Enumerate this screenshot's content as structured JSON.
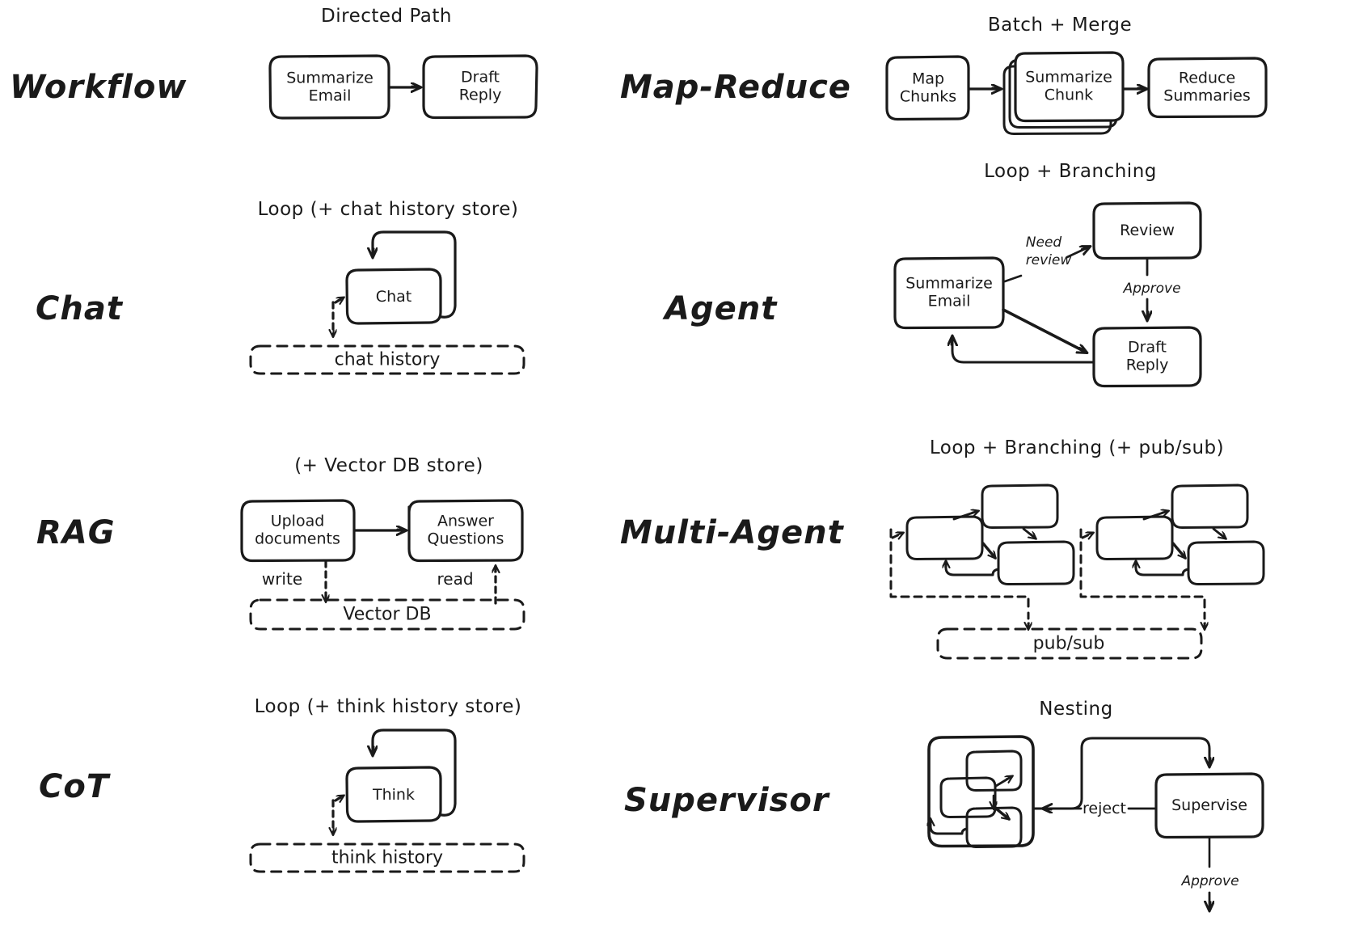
{
  "figure": {
    "title": "Agent architecture patterns comparison chart",
    "background": "#ffffff",
    "stroke": "#1a1a1a"
  },
  "rows": [
    {
      "label": "Workflow",
      "caption": "Directed Path",
      "nodes": [
        "Summarize\nEmail",
        "Draft\nReply"
      ],
      "edge_labels": [],
      "store": null
    },
    {
      "label": "Chat",
      "caption": "Loop (+ chat history store)",
      "nodes": [
        "Chat"
      ],
      "edge_labels": [],
      "store": "chat history"
    },
    {
      "label": "RAG",
      "caption": "(+ Vector DB store)",
      "nodes": [
        "Upload\ndocuments",
        "Answer\nQuestions"
      ],
      "edge_labels": [
        "write",
        "read"
      ],
      "store": "Vector DB"
    },
    {
      "label": "CoT",
      "caption": "Loop (+ think history store)",
      "nodes": [
        "Think"
      ],
      "edge_labels": [],
      "store": "think history"
    },
    {
      "label": "Map-Reduce",
      "caption": "Batch + Merge",
      "nodes": [
        "Map\nChunks",
        "Summarize\nChunk",
        "Reduce\nSummaries"
      ],
      "edge_labels": [],
      "store": null
    },
    {
      "label": "Agent",
      "caption": "Loop + Branching",
      "nodes": [
        "Summarize\nEmail",
        "Review",
        "Draft\nReply"
      ],
      "edge_labels": [
        "Need",
        "review",
        "Approve"
      ],
      "store": null
    },
    {
      "label": "Multi-Agent",
      "caption": "Loop + Branching (+ pub/sub)",
      "nodes": [
        "",
        "",
        "",
        "",
        "",
        ""
      ],
      "edge_labels": [],
      "store": "pub/sub"
    },
    {
      "label": "Supervisor",
      "caption": "Nesting",
      "nodes": [
        "",
        "",
        "",
        "Supervise"
      ],
      "edge_labels": [
        "reject",
        "Approve"
      ],
      "store": null
    }
  ],
  "labels": {
    "workflow": "Workflow",
    "chat": "Chat",
    "rag": "RAG",
    "cot": "CoT",
    "mapreduce": "Map-Reduce",
    "agent": "Agent",
    "multiagent": "Multi-Agent",
    "supervisor": "Supervisor"
  },
  "captions": {
    "workflow": "Directed Path",
    "chat": "Loop (+ chat history store)",
    "rag": "(+ Vector DB store)",
    "cot": "Loop (+ think history store)",
    "mapreduce": "Batch + Merge",
    "agent": "Loop + Branching",
    "multiagent": "Loop + Branching (+ pub/sub)",
    "supervisor": "Nesting"
  },
  "nodes": {
    "wf_summarize": "Summarize\nEmail",
    "wf_draft": "Draft\nReply",
    "chat_node": "Chat",
    "chat_store": "chat history",
    "rag_upload": "Upload\ndocuments",
    "rag_answer": "Answer\nQuestions",
    "rag_store": "Vector DB",
    "rag_write": "write",
    "rag_read": "read",
    "cot_node": "Think",
    "cot_store": "think history",
    "mr_map": "Map\nChunks",
    "mr_summarize": "Summarize\nChunk",
    "mr_reduce": "Reduce\nSummaries",
    "ag_summarize": "Summarize\nEmail",
    "ag_review": "Review",
    "ag_draft": "Draft\nReply",
    "ag_need": "Need",
    "ag_review_lbl": "review",
    "ag_approve": "Approve",
    "ma_store": "pub/sub",
    "sv_supervise": "Supervise",
    "sv_reject": "reject",
    "sv_approve": "Approve"
  }
}
